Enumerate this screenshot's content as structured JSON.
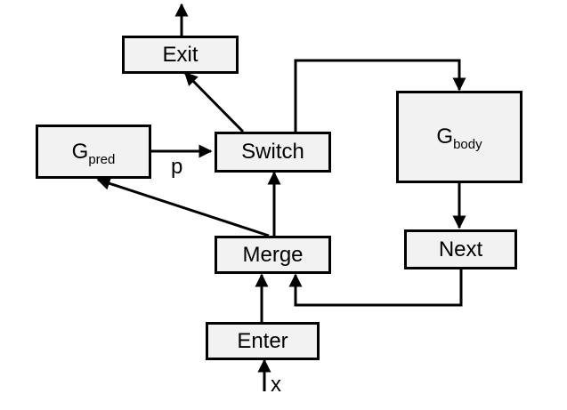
{
  "diagram": {
    "nodes": {
      "exit": {
        "label": "Exit"
      },
      "switch": {
        "label": "Switch"
      },
      "gpred": {
        "label": "G",
        "subscript": "pred"
      },
      "gbody": {
        "label": "G",
        "subscript": "body"
      },
      "merge": {
        "label": "Merge"
      },
      "next": {
        "label": "Next"
      },
      "enter": {
        "label": "Enter"
      }
    },
    "edge_labels": {
      "p": "p",
      "x": "x"
    },
    "edges": [
      {
        "from": "input-x",
        "to": "enter"
      },
      {
        "from": "enter",
        "to": "merge"
      },
      {
        "from": "merge",
        "to": "switch"
      },
      {
        "from": "merge",
        "to": "gpred"
      },
      {
        "from": "gpred",
        "to": "switch",
        "label": "p"
      },
      {
        "from": "switch",
        "to": "exit"
      },
      {
        "from": "exit",
        "to": "output"
      },
      {
        "from": "switch",
        "to": "gbody"
      },
      {
        "from": "gbody",
        "to": "next"
      },
      {
        "from": "next",
        "to": "merge"
      }
    ]
  }
}
